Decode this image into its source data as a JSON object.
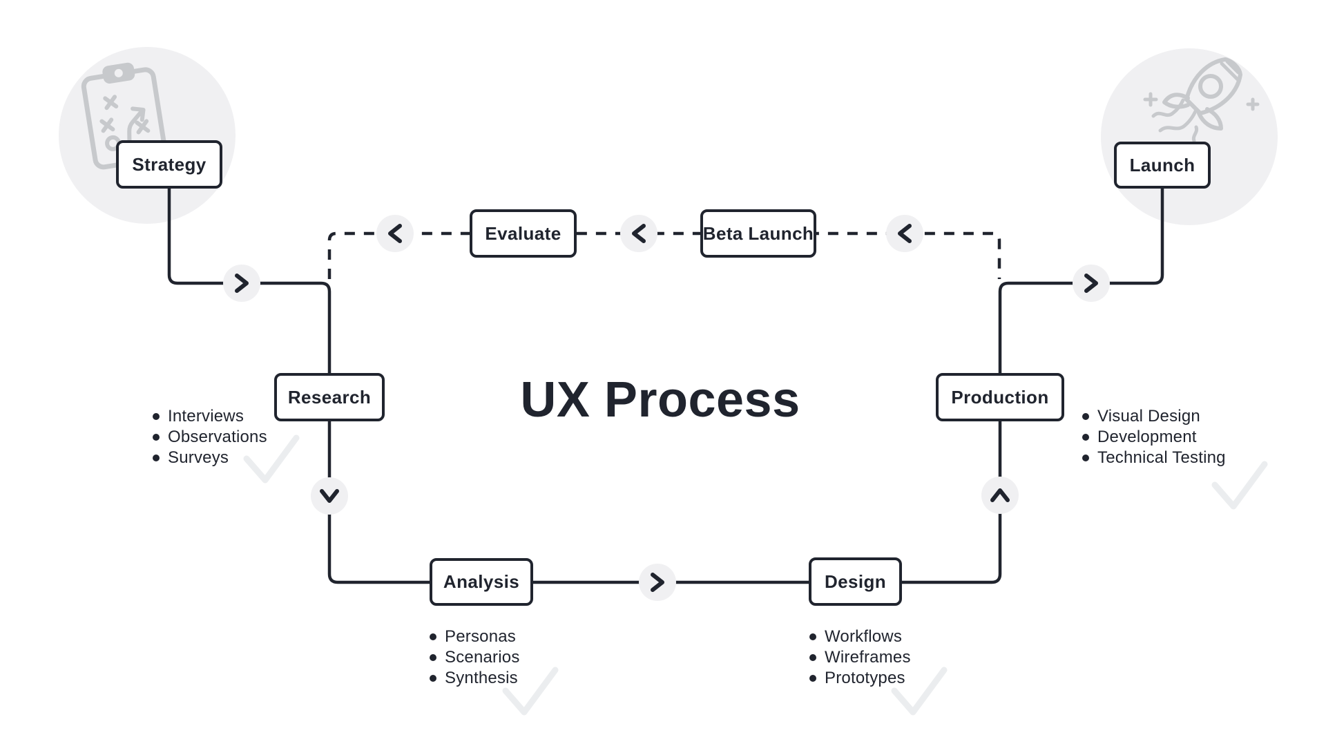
{
  "title": "UX Process",
  "colors": {
    "ink": "#20242E",
    "background": "#FFFFFF",
    "circle_bg": "#F0F0F2",
    "icon_gray": "#C7C9CC",
    "check_gray": "#EBEDEF"
  },
  "stages": {
    "strategy": {
      "label": "Strategy"
    },
    "research": {
      "label": "Research",
      "items": [
        "Interviews",
        "Observations",
        "Surveys"
      ]
    },
    "analysis": {
      "label": "Analysis",
      "items": [
        "Personas",
        "Scenarios",
        "Synthesis"
      ]
    },
    "design": {
      "label": "Design",
      "items": [
        "Workflows",
        "Wireframes",
        "Prototypes"
      ]
    },
    "production": {
      "label": "Production",
      "items": [
        "Visual Design",
        "Development",
        "Technical Testing"
      ]
    },
    "launch": {
      "label": "Launch"
    }
  },
  "feedback": {
    "evaluate": {
      "label": "Evaluate"
    },
    "beta_launch": {
      "label": "Beta Launch"
    }
  },
  "icons": {
    "strategy": "clipboard-strategy-icon",
    "launch": "rocket-icon",
    "forward_arrow": "chevron-right-icon",
    "feedback_arrow": "chevron-left-icon",
    "down_arrow": "chevron-down-icon",
    "up_arrow": "chevron-up-icon",
    "done": "checkmark-icon"
  }
}
